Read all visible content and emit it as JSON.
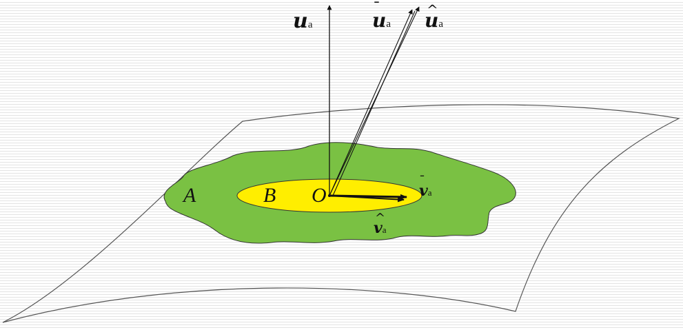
{
  "colors": {
    "region_a": "#7ac143",
    "region_b": "#ffee00",
    "outline": "#333333",
    "arrow": "#111111",
    "sheet_edge": "#555555"
  },
  "labels": {
    "u_a": {
      "main": "u",
      "sub": "a"
    },
    "u_bar_a": {
      "main": "u",
      "sub": "a",
      "accent": "¯"
    },
    "u_hat_a": {
      "main": "u",
      "sub": "a",
      "accent": "^"
    },
    "region_a": "A",
    "region_b": "B",
    "origin": "O",
    "v_bar_a": {
      "main": "v",
      "sub": "a",
      "accent": "¯"
    },
    "v_hat_a": {
      "main": "v",
      "sub": "a",
      "accent": "^"
    }
  }
}
